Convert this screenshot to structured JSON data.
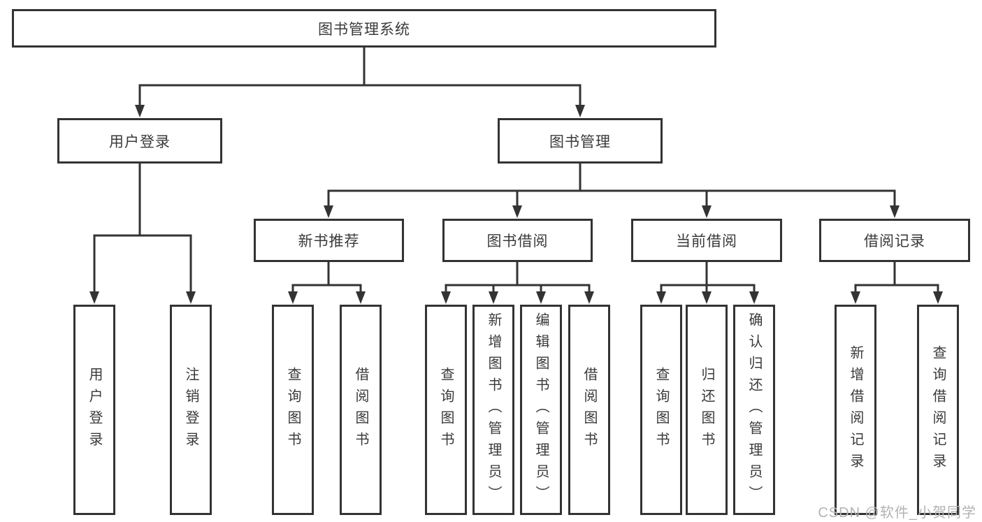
{
  "diagram": {
    "root": {
      "label": "图书管理系统"
    },
    "children": [
      {
        "label": "用户登录",
        "children": [
          {
            "label": "用户登录"
          },
          {
            "label": "注销登录"
          }
        ]
      },
      {
        "label": "图书管理",
        "children": [
          {
            "label": "新书推荐",
            "children": [
              {
                "label": "查询图书"
              },
              {
                "label": "借阅图书"
              }
            ]
          },
          {
            "label": "图书借阅",
            "children": [
              {
                "label": "查询图书"
              },
              {
                "label": "新增图书（管理员）"
              },
              {
                "label": "编辑图书（管理员）"
              },
              {
                "label": "借阅图书"
              }
            ]
          },
          {
            "label": "当前借阅",
            "children": [
              {
                "label": "查询图书"
              },
              {
                "label": "归还图书"
              },
              {
                "label": "确认归还（管理员）"
              }
            ]
          },
          {
            "label": "借阅记录",
            "children": [
              {
                "label": "新增借阅记录"
              },
              {
                "label": "查询借阅记录"
              }
            ]
          }
        ]
      }
    ]
  },
  "watermark": {
    "text": "CSDN @软件_小贺同学"
  },
  "colors": {
    "line": "#333333",
    "text": "#3a3a3a",
    "watermark": "#b3b3b3",
    "background": "#ffffff"
  }
}
